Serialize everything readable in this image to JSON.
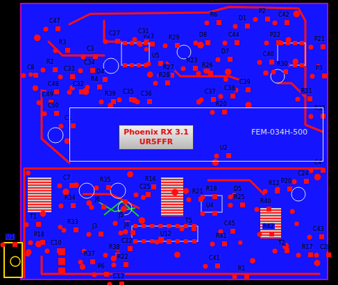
{
  "diagram": {
    "nodes": [
      {
        "text": [
          "FEM-034H-500"
        ]
      },
      {
        "text": [
          "Phoenix RX 3.1",
          "UR5FFR"
        ],
        "in": 0
      }
    ],
    "labels": [
      "C47",
      "P23",
      "R29",
      "R6",
      "D1",
      "P2",
      "C42",
      "P22",
      "R3",
      "C3",
      "C27",
      "C31",
      "U5",
      "D8",
      "C44",
      "D7",
      "C40",
      "P21",
      "C8",
      "R2",
      "C33",
      "C34",
      "D4",
      "R27",
      "R23",
      "R28",
      "R26",
      "R30",
      "P3",
      "C48",
      "C32",
      "C35",
      "R39",
      "R4",
      "C36",
      "C37",
      "C38",
      "C39",
      "R20",
      "R31",
      "R32",
      "C50",
      "C49",
      "C1",
      "C4",
      "U2",
      "C7",
      "R35",
      "R16",
      "C25",
      "D5",
      "R25",
      "P20",
      "C24",
      "R34",
      "J6",
      "J5",
      "J3",
      "J4",
      "R18",
      "R21",
      "T5",
      "U4",
      "C45",
      "R40",
      "R42",
      "R12",
      "T1",
      "R33",
      "P18",
      "C10",
      "U12",
      "C22",
      "R38",
      "R37",
      "R22",
      "C13",
      "P6",
      "R41",
      "C41",
      "R1",
      "T2",
      "R17",
      "C2",
      "C43",
      "U1"
    ]
  }
}
